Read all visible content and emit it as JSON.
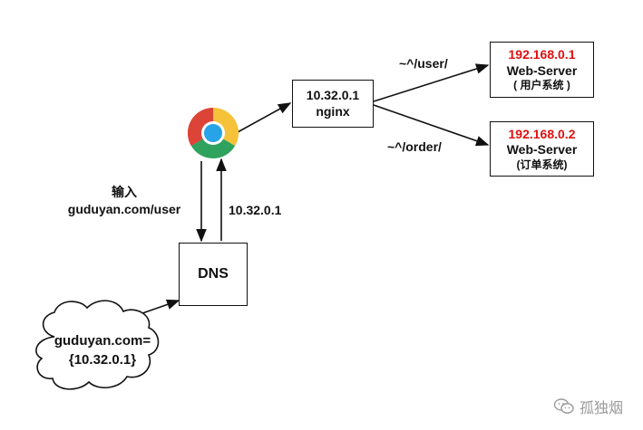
{
  "nginx": {
    "ip": "10.32.0.1",
    "name": "nginx"
  },
  "server_user": {
    "ip": "192.168.0.1",
    "name": "Web-Server",
    "desc": "( 用户系统 )"
  },
  "server_order": {
    "ip": "192.168.0.2",
    "name": "Web-Server",
    "desc": "(订单系统)"
  },
  "routes": {
    "user": "~^/user/",
    "order": "~^/order/"
  },
  "dns": {
    "label": "DNS"
  },
  "request": {
    "line1": "输入",
    "line2": "guduyan.com/user"
  },
  "response": {
    "ip": "10.32.0.1"
  },
  "cloud": {
    "line1": "guduyan.com=",
    "line2": "{10.32.0.1}"
  },
  "watermark": {
    "text": "孤独烟"
  },
  "icons": {
    "browser": "chrome-browser-icon",
    "watermark": "wechat-icon"
  }
}
